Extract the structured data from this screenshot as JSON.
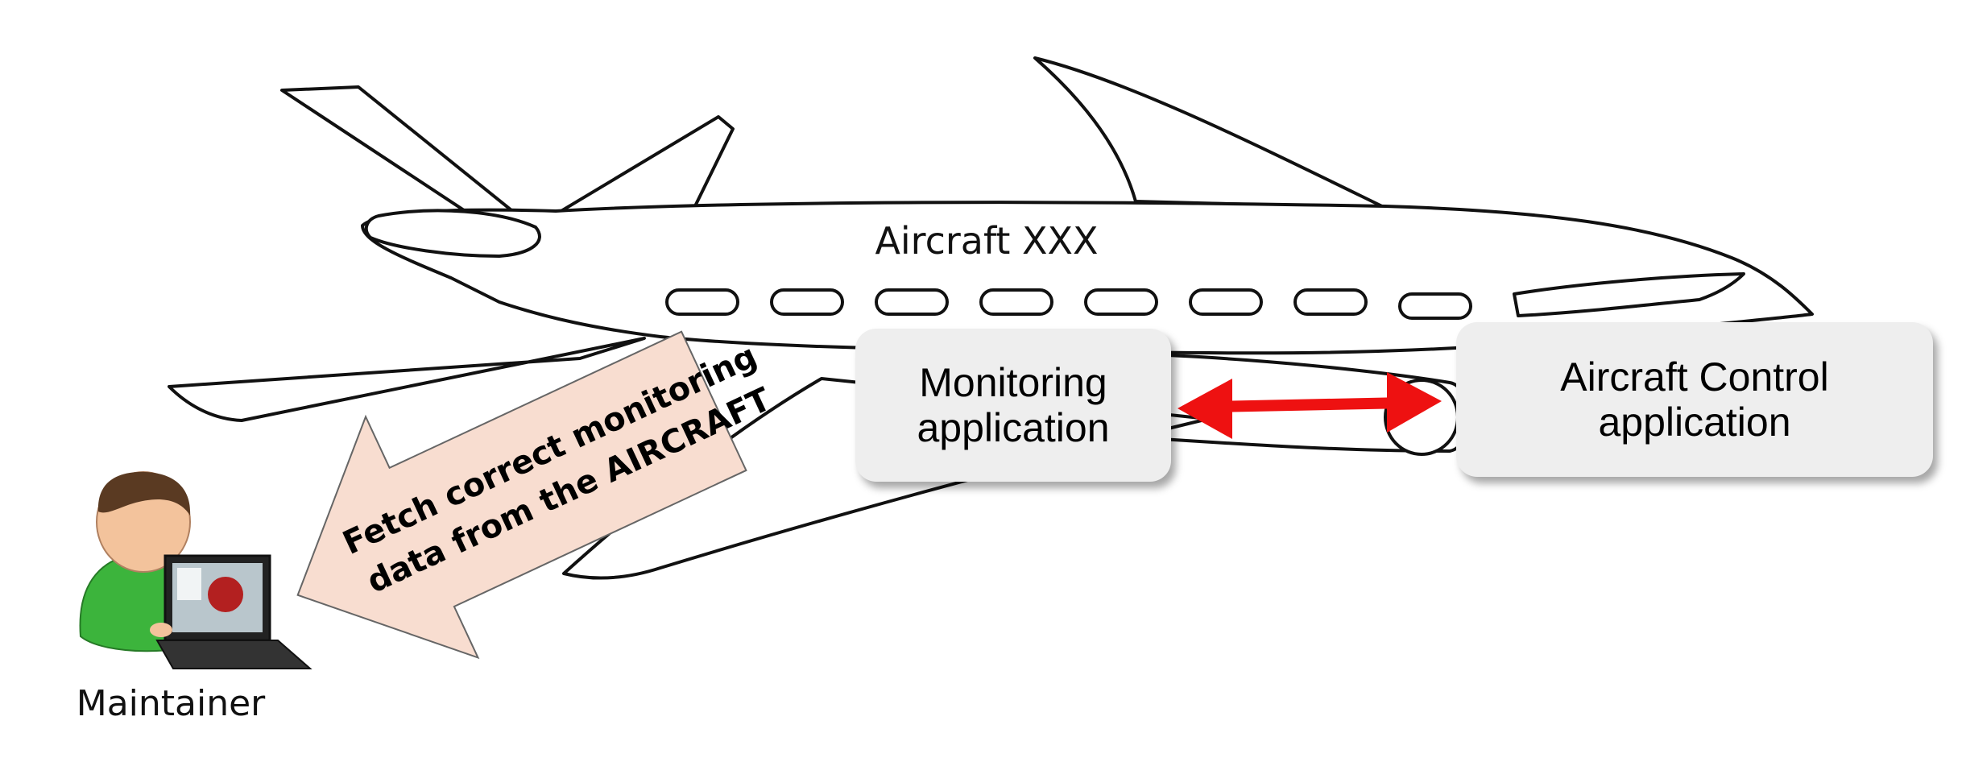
{
  "aircraft": {
    "label": "Aircraft XXX"
  },
  "monitoring_box": {
    "line1": "Monitoring",
    "line2": "application"
  },
  "control_box": {
    "line1": "Aircraft Control",
    "line2": "application"
  },
  "fetch_arrow": {
    "line1": "Fetch correct monitoring",
    "line2": "data from the AIRCRAFT",
    "fill": "#f8ddd0"
  },
  "link_arrow": {
    "color": "#ee1111"
  },
  "maintainer": {
    "label": "Maintainer"
  }
}
